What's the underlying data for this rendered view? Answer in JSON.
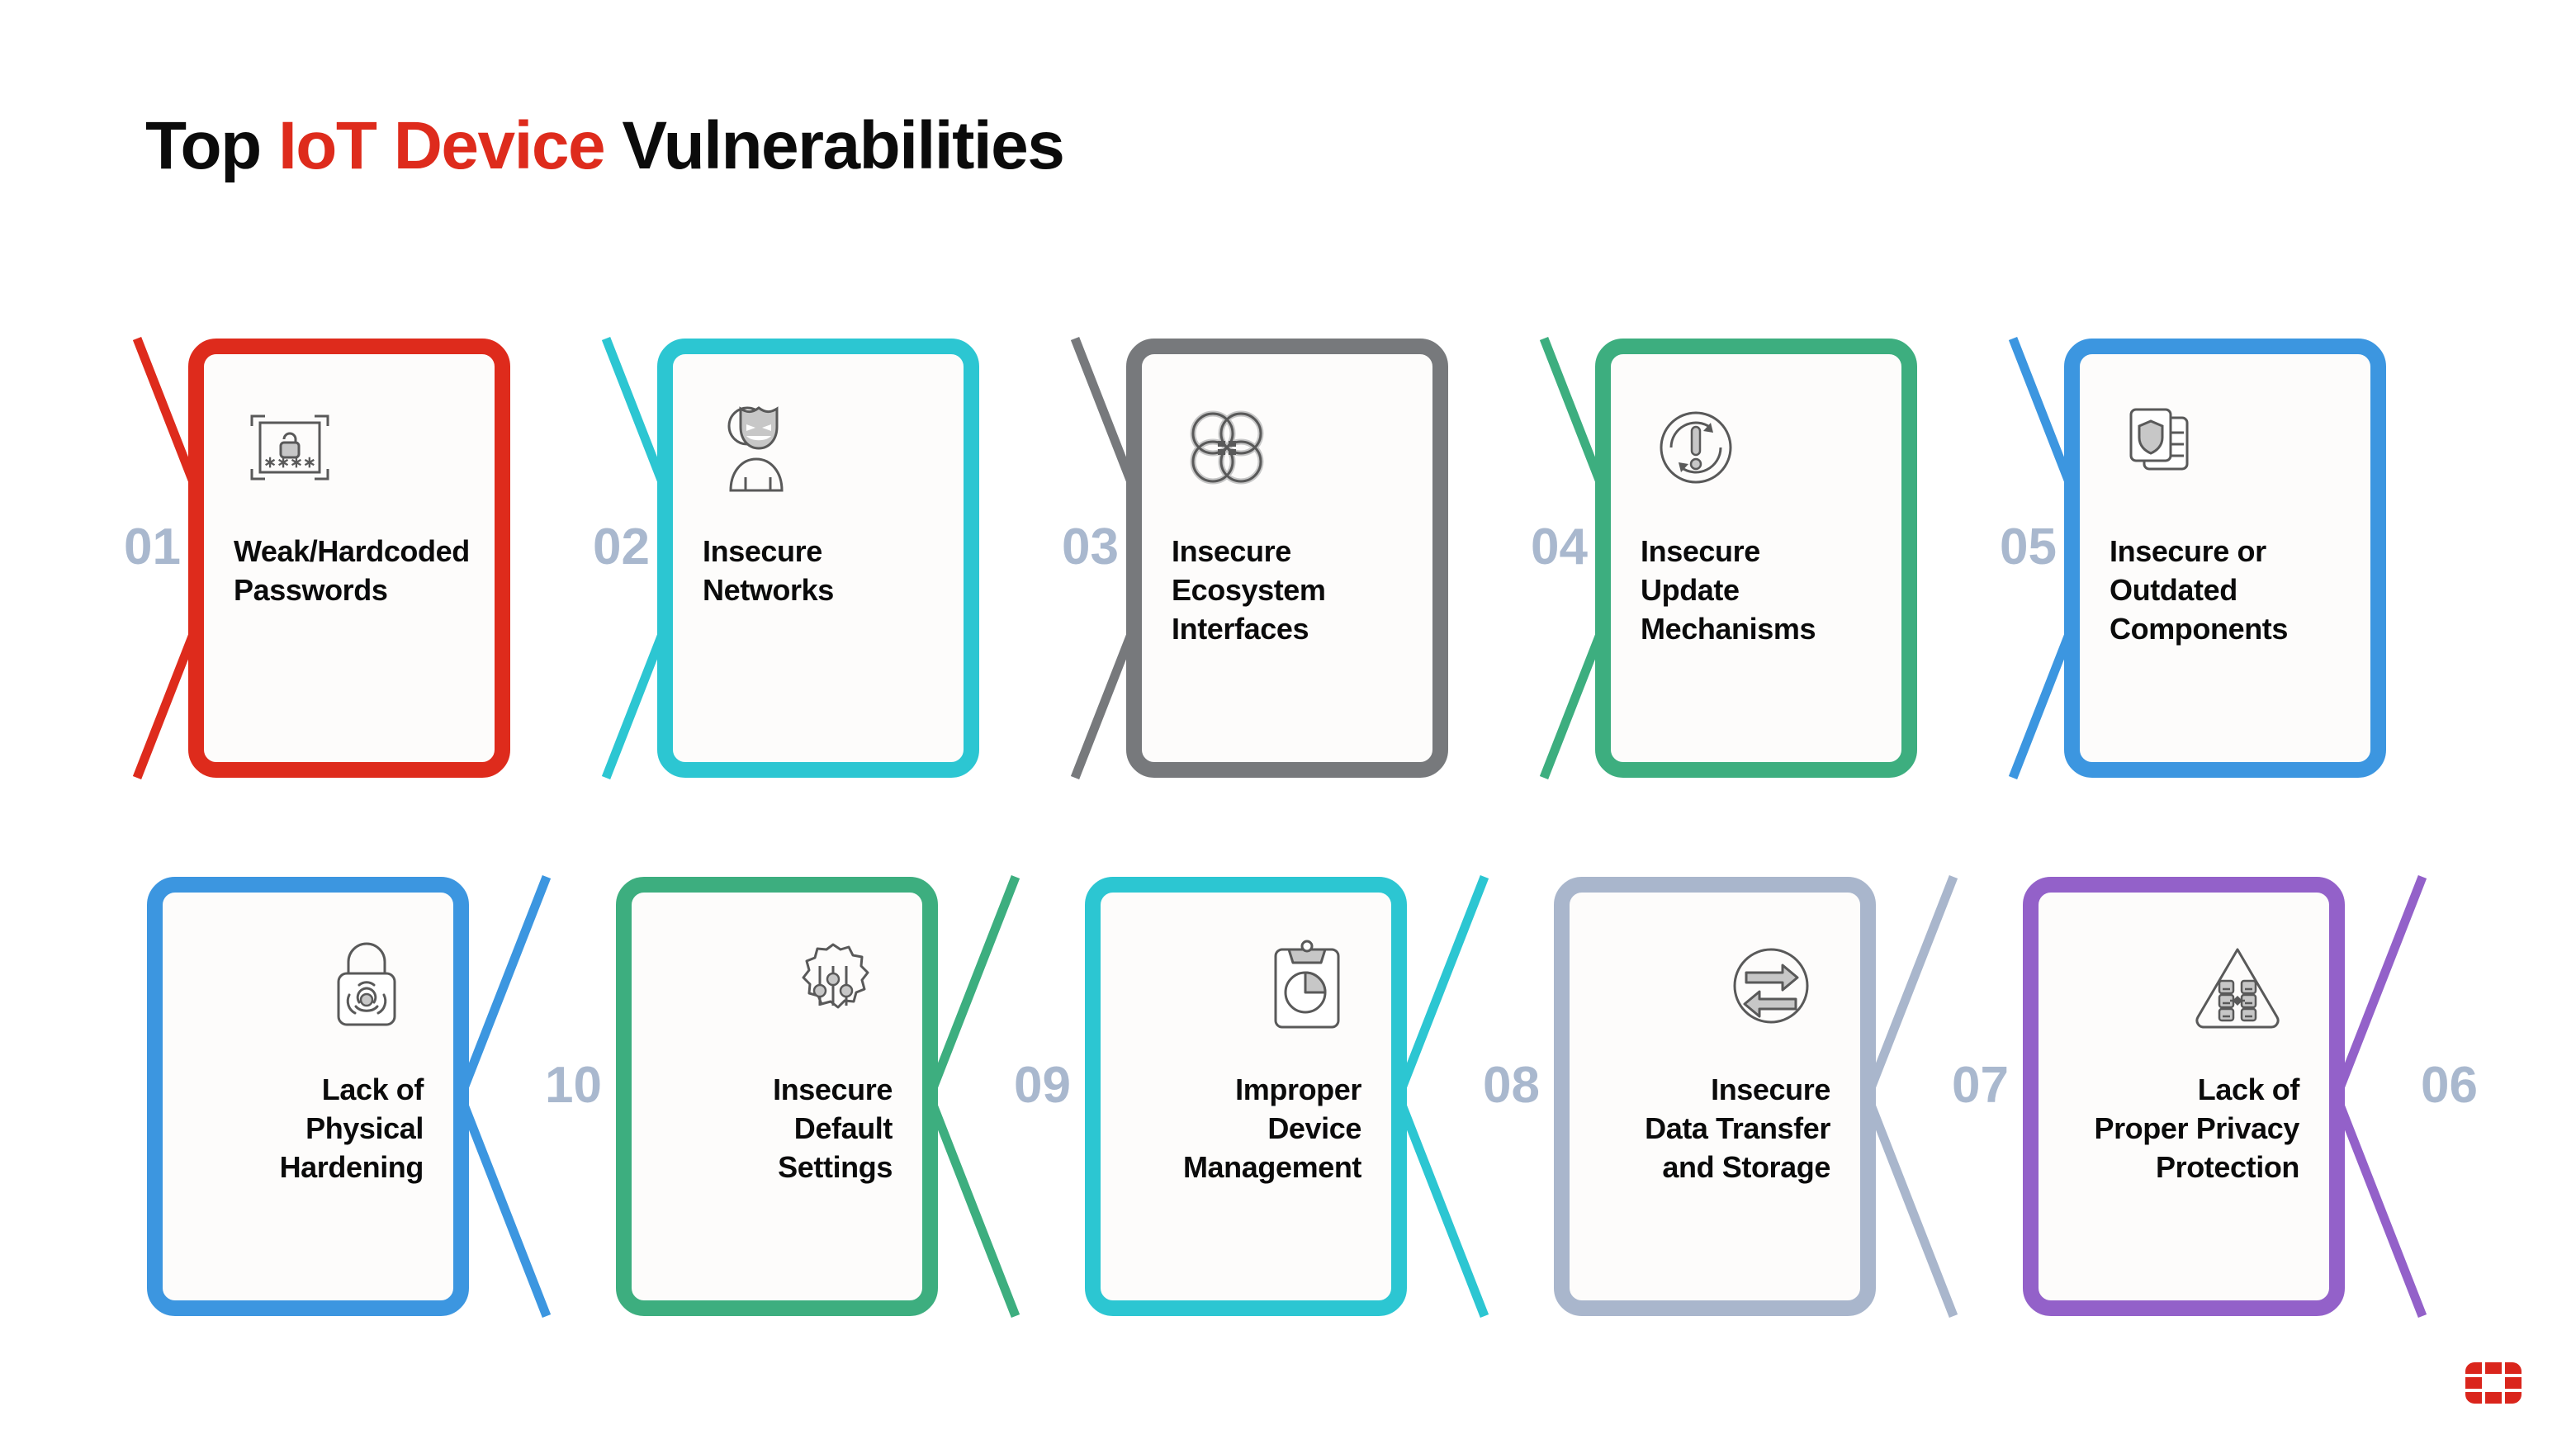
{
  "title": {
    "part1": "Top ",
    "accent": "IoT Device",
    "part2": " Vulnerabilities"
  },
  "colors": {
    "red": "#DE2B1C",
    "cyan": "#2CC6D2",
    "gray": "#77797C",
    "green": "#3DAE7F",
    "blue": "#3C96E0",
    "slate": "#A9B6CC",
    "purple": "#9361C9",
    "number": "#A9B8CE",
    "card_fill": "#FDFCFB",
    "text": "#0b0b0b"
  },
  "top_row": [
    {
      "number": "01",
      "label": "Weak/Hardcoded\nPasswords",
      "color": "#DE2B1C",
      "icon": "password-lock-frame-icon"
    },
    {
      "number": "02",
      "label": "Insecure\nNetworks",
      "color": "#2CC6D2",
      "icon": "masked-person-icon"
    },
    {
      "number": "03",
      "label": "Insecure\nEcosystem\nInterfaces",
      "color": "#77797C",
      "icon": "atom-ecosystem-icon"
    },
    {
      "number": "04",
      "label": "Insecure\nUpdate\nMechanisms",
      "color": "#3DAE7F",
      "icon": "warning-refresh-icon"
    },
    {
      "number": "05",
      "label": "Insecure or\nOutdated\nComponents",
      "color": "#3C96E0",
      "icon": "shield-documents-icon"
    }
  ],
  "bottom_row": [
    {
      "number": "10",
      "label": "Lack of\nPhysical\nHardening",
      "color": "#3C96E0",
      "icon": "padlock-biohazard-icon"
    },
    {
      "number": "09",
      "label": "Insecure\nDefault\nSettings",
      "color": "#3DAE7F",
      "icon": "gear-sliders-icon"
    },
    {
      "number": "08",
      "label": "Improper\nDevice\nManagement",
      "color": "#2CC6D2",
      "icon": "clipboard-piechart-icon"
    },
    {
      "number": "07",
      "label": "Insecure\nData Transfer\nand Storage",
      "color": "#A9B6CC",
      "icon": "data-transfer-arrows-icon"
    },
    {
      "number": "06",
      "label": "Lack of\nProper Privacy\nProtection",
      "color": "#9361C9",
      "icon": "warning-triangle-devices-icon"
    }
  ],
  "logo": {
    "name": "fortinet-logo",
    "color": "#DA251C"
  }
}
